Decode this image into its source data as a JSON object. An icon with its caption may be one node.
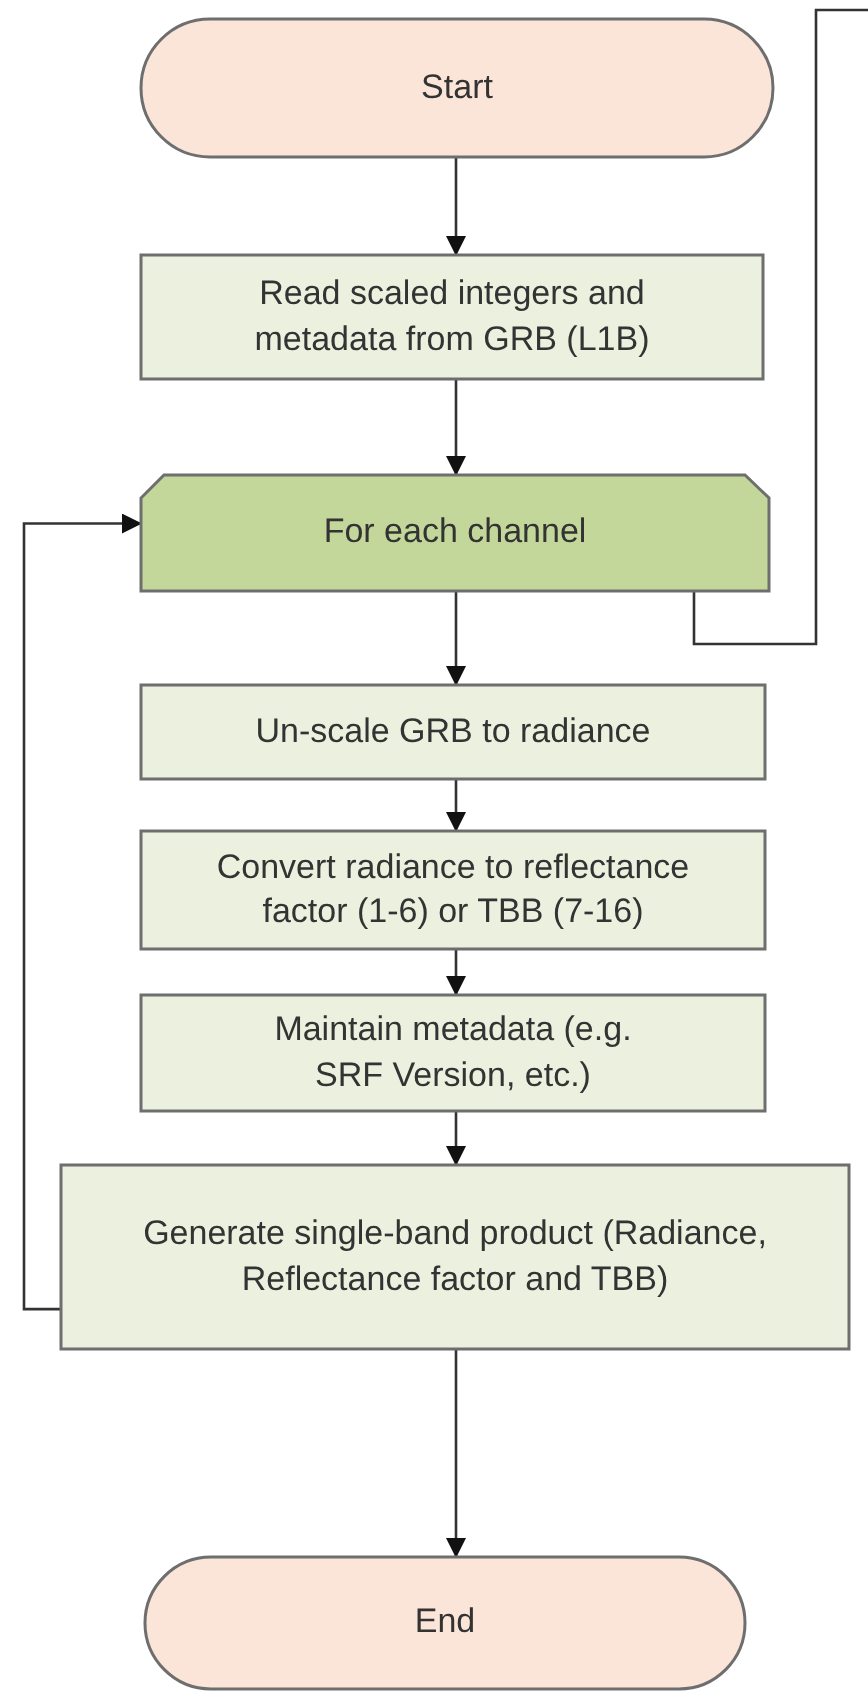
{
  "diagram": {
    "nodes": [
      {
        "text": [
          "Start"
        ]
      },
      {
        "text": [
          "Read scaled integers and metadata from GRB (L1B)"
        ]
      },
      {
        "text": [
          "For each channel"
        ]
      },
      {
        "text": [
          "Un-scale GRB to radiance"
        ]
      },
      {
        "text": [
          "Convert radiance to reflectance factor (1-6) or TBB (7-16)"
        ]
      },
      {
        "text": [
          "Maintain metadata (e.g. SRF Version, etc.)"
        ]
      },
      {
        "text": [
          "Generate single-band product (Radiance, Reflectance factor and TBB)"
        ]
      },
      {
        "text": [
          "End"
        ]
      }
    ],
    "edges": [
      {
        "from": 0,
        "to": 1,
        "arrow": "to"
      },
      {
        "from": 1,
        "to": 2,
        "arrow": "to"
      },
      {
        "from": 2,
        "to": 3,
        "arrow": "to"
      },
      {
        "from": 3,
        "to": 4,
        "arrow": "to"
      },
      {
        "from": 4,
        "to": 5,
        "arrow": "to"
      },
      {
        "from": 5,
        "to": 6,
        "arrow": "to"
      },
      {
        "from": 6,
        "to": 7,
        "arrow": "to"
      },
      {
        "from": 6,
        "to": 2,
        "arrow": "to"
      },
      {
        "from": 2,
        "to": null,
        "arrow": "none"
      }
    ]
  }
}
